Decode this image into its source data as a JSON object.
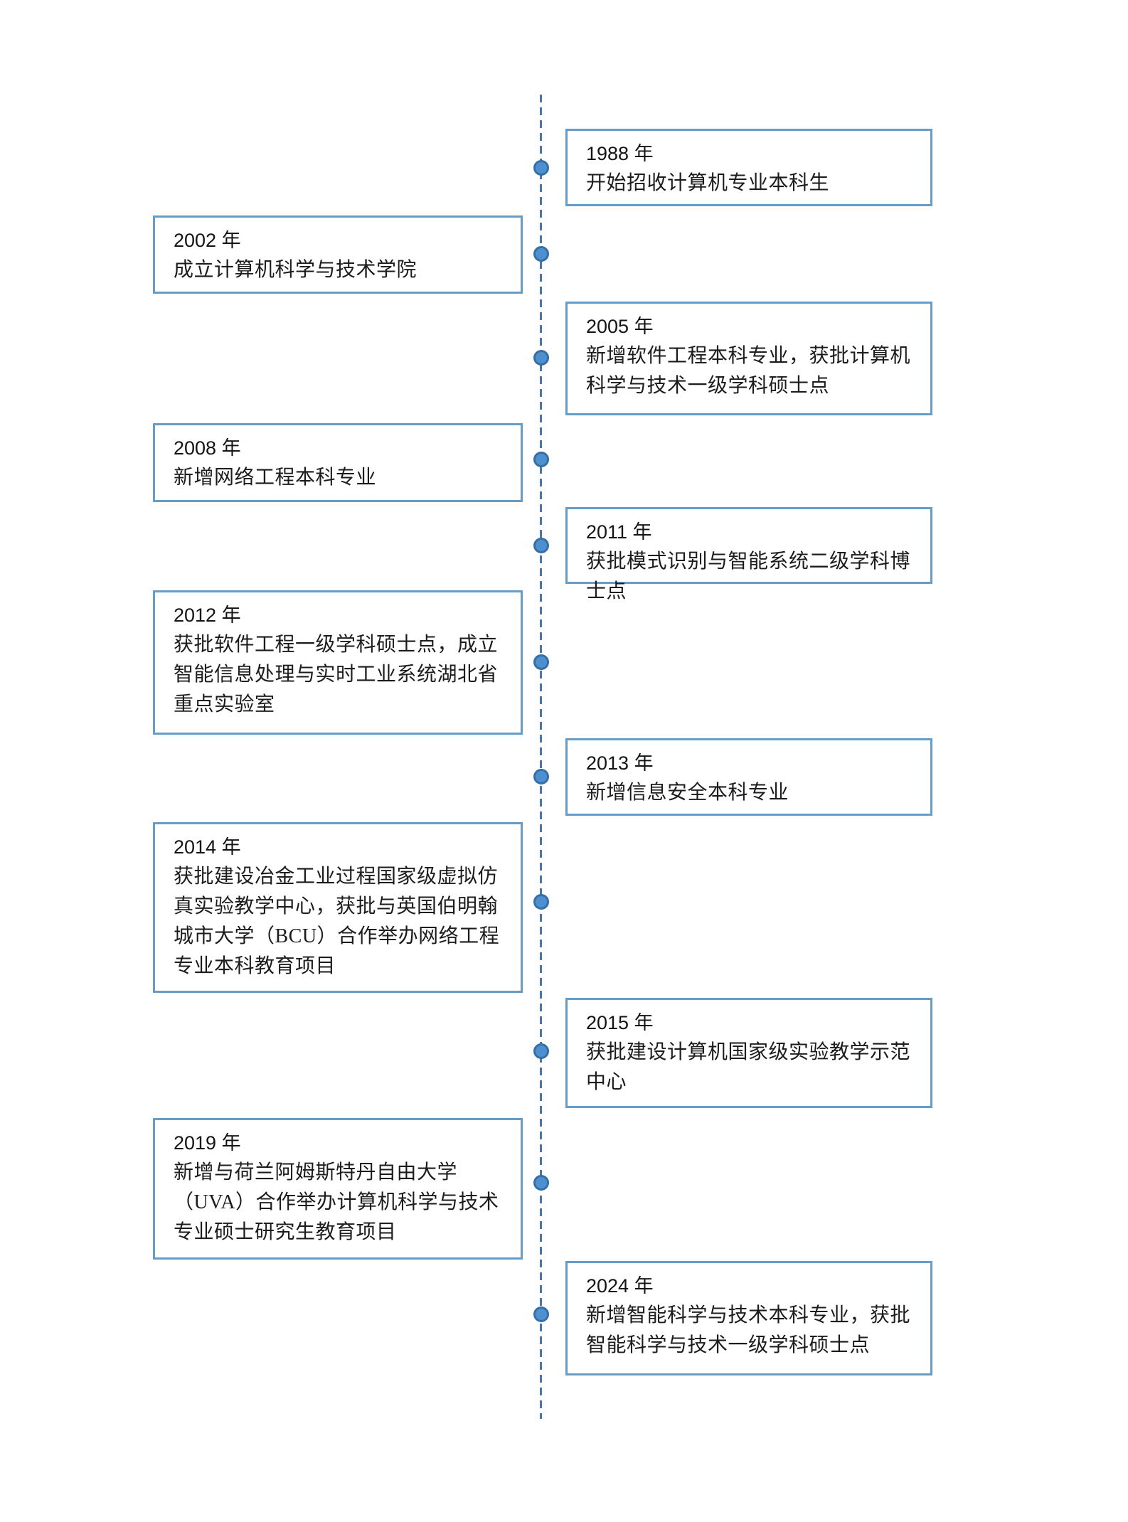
{
  "colors": {
    "page_background": "#ffffff",
    "line": "#4878aa",
    "dot_fill": "#4e8fd0",
    "dot_border": "#356fa8",
    "box_border": "#679cc6",
    "text": "#1a1a1a"
  },
  "timeline": {
    "events": [
      {
        "year": "1988 年",
        "description": "开始招收计算机专业本科生",
        "side": "right"
      },
      {
        "year": "2002 年",
        "description": "成立计算机科学与技术学院",
        "side": "left"
      },
      {
        "year": "2005 年",
        "description": "新增软件工程本科专业，获批计算机科学与技术一级学科硕士点",
        "side": "right"
      },
      {
        "year": "2008 年",
        "description": "新增网络工程本科专业",
        "side": "left"
      },
      {
        "year": "2011 年",
        "description": "获批模式识别与智能系统二级学科博士点",
        "side": "right"
      },
      {
        "year": "2012 年",
        "description": "获批软件工程一级学科硕士点，成立智能信息处理与实时工业系统湖北省重点实验室",
        "side": "left"
      },
      {
        "year": "2013 年",
        "description": "新增信息安全本科专业",
        "side": "right"
      },
      {
        "year": "2014 年",
        "description": "获批建设冶金工业过程国家级虚拟仿真实验教学中心，获批与英国伯明翰城市大学（BCU）合作举办网络工程专业本科教育项目",
        "side": "left"
      },
      {
        "year": "2015 年",
        "description": "获批建设计算机国家级实验教学示范中心",
        "side": "right"
      },
      {
        "year": "2019 年",
        "description": "新增与荷兰阿姆斯特丹自由大学（UVA）合作举办计算机科学与技术专业硕士研究生教育项目",
        "side": "left"
      },
      {
        "year": "2024 年",
        "description": "新增智能科学与技术本科专业，获批智能科学与技术一级学科硕士点",
        "side": "right"
      }
    ]
  }
}
